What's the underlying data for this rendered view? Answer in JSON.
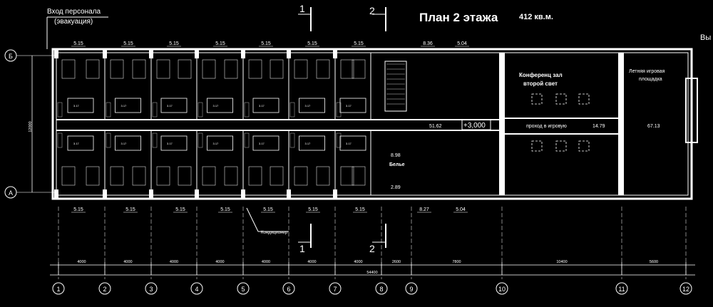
{
  "header": {
    "plan_title": "План  2 этажа",
    "plan_area": "412 кв.м.",
    "entrance_line1": "Вход персонала",
    "entrance_line2": "(эвакуация)",
    "exit_partial": "Вы"
  },
  "section_marks": {
    "cut1": "1",
    "cut2": "2"
  },
  "axes": {
    "columns": [
      "1",
      "2",
      "3",
      "4",
      "5",
      "6",
      "7",
      "8",
      "9",
      "10",
      "11",
      "12"
    ],
    "rows": [
      "Б",
      "А"
    ],
    "column_dims": [
      "4000",
      "4000",
      "4000",
      "4000",
      "4000",
      "4000",
      "4000",
      "2600",
      "7800",
      "10400",
      "5600"
    ],
    "total_dim": "54400",
    "height_dim": "12000"
  },
  "rooms": {
    "top_areas": [
      "5.15",
      "5.15",
      "5.15",
      "5.15",
      "5.15",
      "5.15",
      "5.15",
      "8.36",
      "5.04"
    ],
    "bottom_areas": [
      "5.15",
      "5.15",
      "5.15",
      "5.15",
      "5.15",
      "5.15",
      "5.15",
      "8.27",
      "5.04"
    ],
    "small_label": "3.17"
  },
  "halls": {
    "conference_line1": "Конференц зал",
    "conference_line2": "второй свет",
    "play_line1": "Летняя игровая",
    "play_line2": "площадка",
    "passage": "проход в игровую",
    "passage_area": "14.79",
    "play_area": "67.13",
    "corridor_area": "51.62",
    "level": "+3,000",
    "linen_area": "8.98",
    "linen_label": "Белье",
    "storage_area": "2.89"
  },
  "notes": {
    "ac": "Кондиционер"
  }
}
